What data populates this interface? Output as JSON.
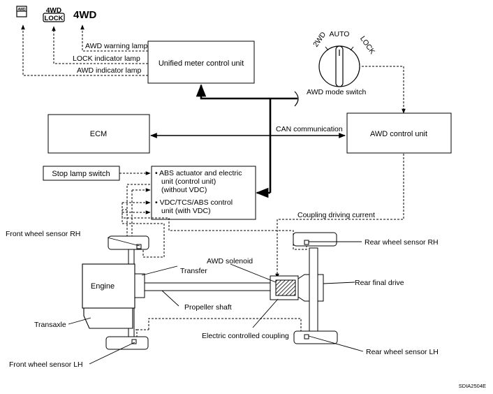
{
  "indicators": {
    "awd_symbol": "4WD",
    "lock_top": "4WD",
    "lock_bottom": "LOCK",
    "four_wd": "4WD"
  },
  "lamps": {
    "awd_warning": "AWD warning lamp",
    "lock_indicator": "LOCK indicator lamp",
    "awd_indicator": "AWD indicator lamp"
  },
  "units": {
    "meter": "Unified meter control unit",
    "ecm": "ECM",
    "awd_control": "AWD control unit",
    "stop_lamp": "Stop lamp switch",
    "abs_lines": [
      "• ABS actuator and electric",
      "unit (control unit)",
      "(without VDC)",
      "• VDC/TCS/ABS control",
      "unit (with VDC)"
    ]
  },
  "switch": {
    "label": "AWD mode switch",
    "pos_2wd": "2WD",
    "pos_auto": "AUTO",
    "pos_lock": "LOCK"
  },
  "signals": {
    "can": "CAN communication",
    "coupling_current": "Coupling driving current"
  },
  "drivetrain": {
    "engine": "Engine",
    "transfer": "Transfer",
    "transaxle": "Transaxle",
    "propeller_shaft": "Propeller shaft",
    "awd_solenoid": "AWD solenoid",
    "electric_coupling": "Electric controlled coupling",
    "rear_final_drive": "Rear final drive"
  },
  "sensors": {
    "front_rh": "Front wheel sensor RH",
    "front_lh": "Front wheel sensor LH",
    "rear_rh": "Rear wheel sensor RH",
    "rear_lh": "Rear wheel sensor LH"
  },
  "figure_id": "SDIA2504E"
}
